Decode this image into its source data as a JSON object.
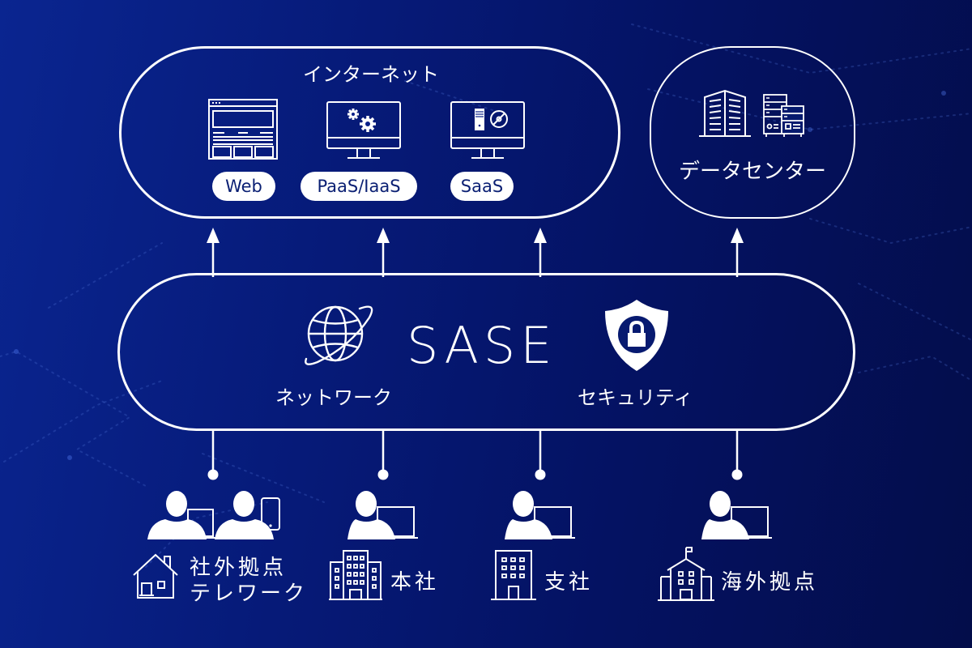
{
  "colors": {
    "background_start": "#0a2590",
    "background_end": "#030d4a",
    "line": "#ffffff",
    "tag_text": "#0a1f73"
  },
  "internet": {
    "title": "インターネット",
    "services": [
      {
        "label": "Web",
        "icon": "web-page-icon"
      },
      {
        "label": "PaaS/IaaS",
        "icon": "monitor-gears-icon"
      },
      {
        "label": "SaaS",
        "icon": "monitor-server-disc-icon"
      }
    ]
  },
  "datacenter": {
    "title": "データセンター",
    "icons": [
      "office-building-icon",
      "server-rack-icon"
    ]
  },
  "sase": {
    "title": "SASE",
    "network_label": "ネットワーク",
    "security_label": "セキュリティ",
    "network_icon": "globe-icon",
    "security_icon": "shield-lock-icon"
  },
  "locations": [
    {
      "line1": "社外拠点",
      "line2": "テレワーク",
      "icon": "house-icon",
      "users": "two-users-laptop-tablet-icon"
    },
    {
      "line1": "本社",
      "icon": "headquarters-building-icon",
      "users": "user-laptop-icon"
    },
    {
      "line1": "支社",
      "icon": "branch-building-icon",
      "users": "user-laptop-icon"
    },
    {
      "line1": "海外拠点",
      "icon": "overseas-building-flag-icon",
      "users": "user-laptop-icon"
    }
  ]
}
